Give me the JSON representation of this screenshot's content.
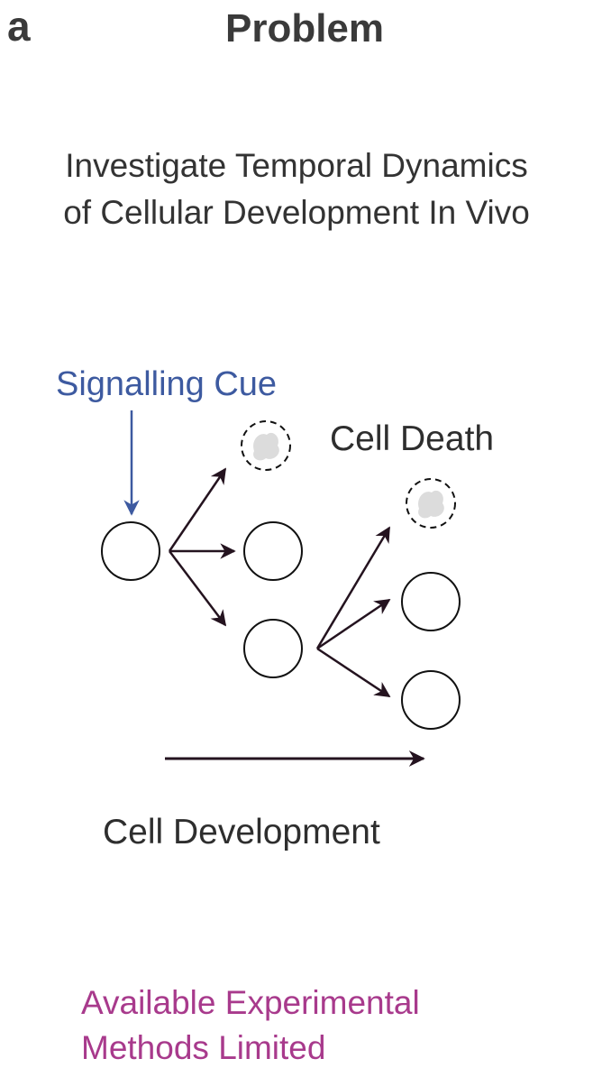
{
  "panel": {
    "letter": "a",
    "title": "Problem"
  },
  "subtitle": {
    "line1": "Investigate Temporal Dynamics",
    "line2": "of Cellular Development In Vivo"
  },
  "diagram": {
    "signalling_cue": "Signalling Cue",
    "cell_death": "Cell Death",
    "cell_development": "Cell Development"
  },
  "limitation": {
    "line1": "Available Experimental",
    "line2": "Methods Limited"
  },
  "colors": {
    "text_dark": "#333333",
    "signalling_blue": "#3d5aa0",
    "limitation_magenta": "#a83a8c",
    "arrow_dark": "#24131f",
    "dead_cell_fill": "#dcdcdc"
  }
}
